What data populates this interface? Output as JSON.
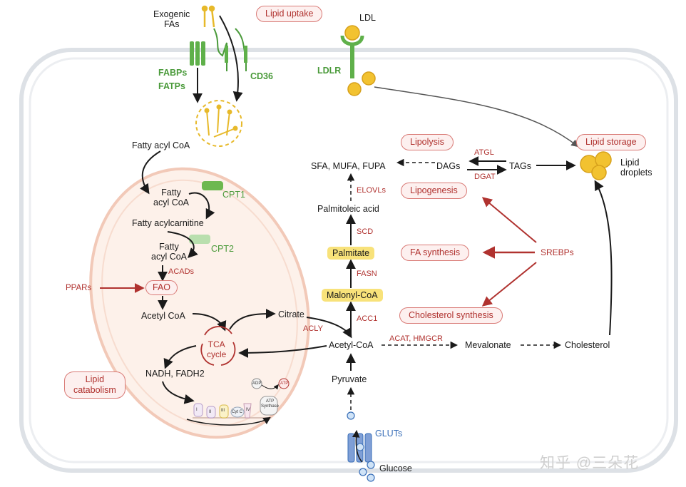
{
  "labels": {
    "exogenic_fas": "Exogenic\nFAs",
    "fabps_fatps": "FABPs\nFATPs",
    "cd36": "CD36",
    "ldl": "LDL",
    "ldlr": "LDLR",
    "fatty_acyl_coa_top": "Fatty acyl CoA",
    "fatty_acyl_coa_mid": "Fatty\nacyl CoA",
    "cpt1": "CPT1",
    "fatty_acylcarnitine": "Fatty acylcarnitine",
    "fatty_acyl_coa_low": "Fatty\nacyl CoA",
    "cpt2": "CPT2",
    "acads": "ACADs",
    "pparS": "PPARs",
    "fao": "FAO",
    "acetyl_coa_mito": "Acetyl CoA",
    "citrate": "Citrate",
    "acly": "ACLY",
    "tca_cycle": "TCA\ncycle",
    "nadh_fadh2": "NADH, FADH2",
    "acetyl_coa": "Acetyl-CoA",
    "acat_hmgcr": "ACAT, HMGCR",
    "mevalonate": "Mevalonate",
    "cholesterol": "Cholesterol",
    "pyruvate": "Pyruvate",
    "gluts": "GLUTs",
    "glucose": "Glucose",
    "acc1": "ACC1",
    "malonyl_coa": "Malonyl-CoA",
    "fasn": "FASN",
    "palmitate": "Palmitate",
    "scd": "SCD",
    "palmitoleic_acid": "Palmitoleic acid",
    "elovls": "ELOVLs",
    "sfa_mufa_fupa": "SFA, MUFA, FUPA",
    "dags": "DAGs",
    "tags": "TAGs",
    "atgl": "ATGL",
    "dgat": "DGAT",
    "lipid_droplets": "Lipid\ndroplets",
    "srebps": "SREBPs",
    "etc_i": "I",
    "etc_ii": "II",
    "etc_iii": "III",
    "etc_cytc": "Cyt C",
    "etc_iv": "IV",
    "adp": "ADP",
    "atp": "ATP",
    "atp_synthase": "ATP\nSynthase"
  },
  "tags": {
    "lipid_uptake": "Lipid uptake",
    "lipolysis": "Lipolysis",
    "lipogenesis": "Lipogenesis",
    "lipid_storage": "Lipid storage",
    "fa_synthesis": "FA synthesis",
    "cholesterol_synthesis": "Cholesterol synthesis",
    "lipid_catabolism": "Lipid\ncatabolism"
  },
  "watermark": "知乎 @三朵花",
  "colors": {
    "cell_border": "#d9dde3",
    "mito_fill": "#fdf1ea",
    "mito_border": "#f2c9b8",
    "enzyme_red": "#b0322f",
    "transporter_green": "#4a9a3a",
    "glut_blue": "#3a6fb8",
    "highlight_yellow": "#f8e27a",
    "droplet_yellow": "#f2c230"
  }
}
